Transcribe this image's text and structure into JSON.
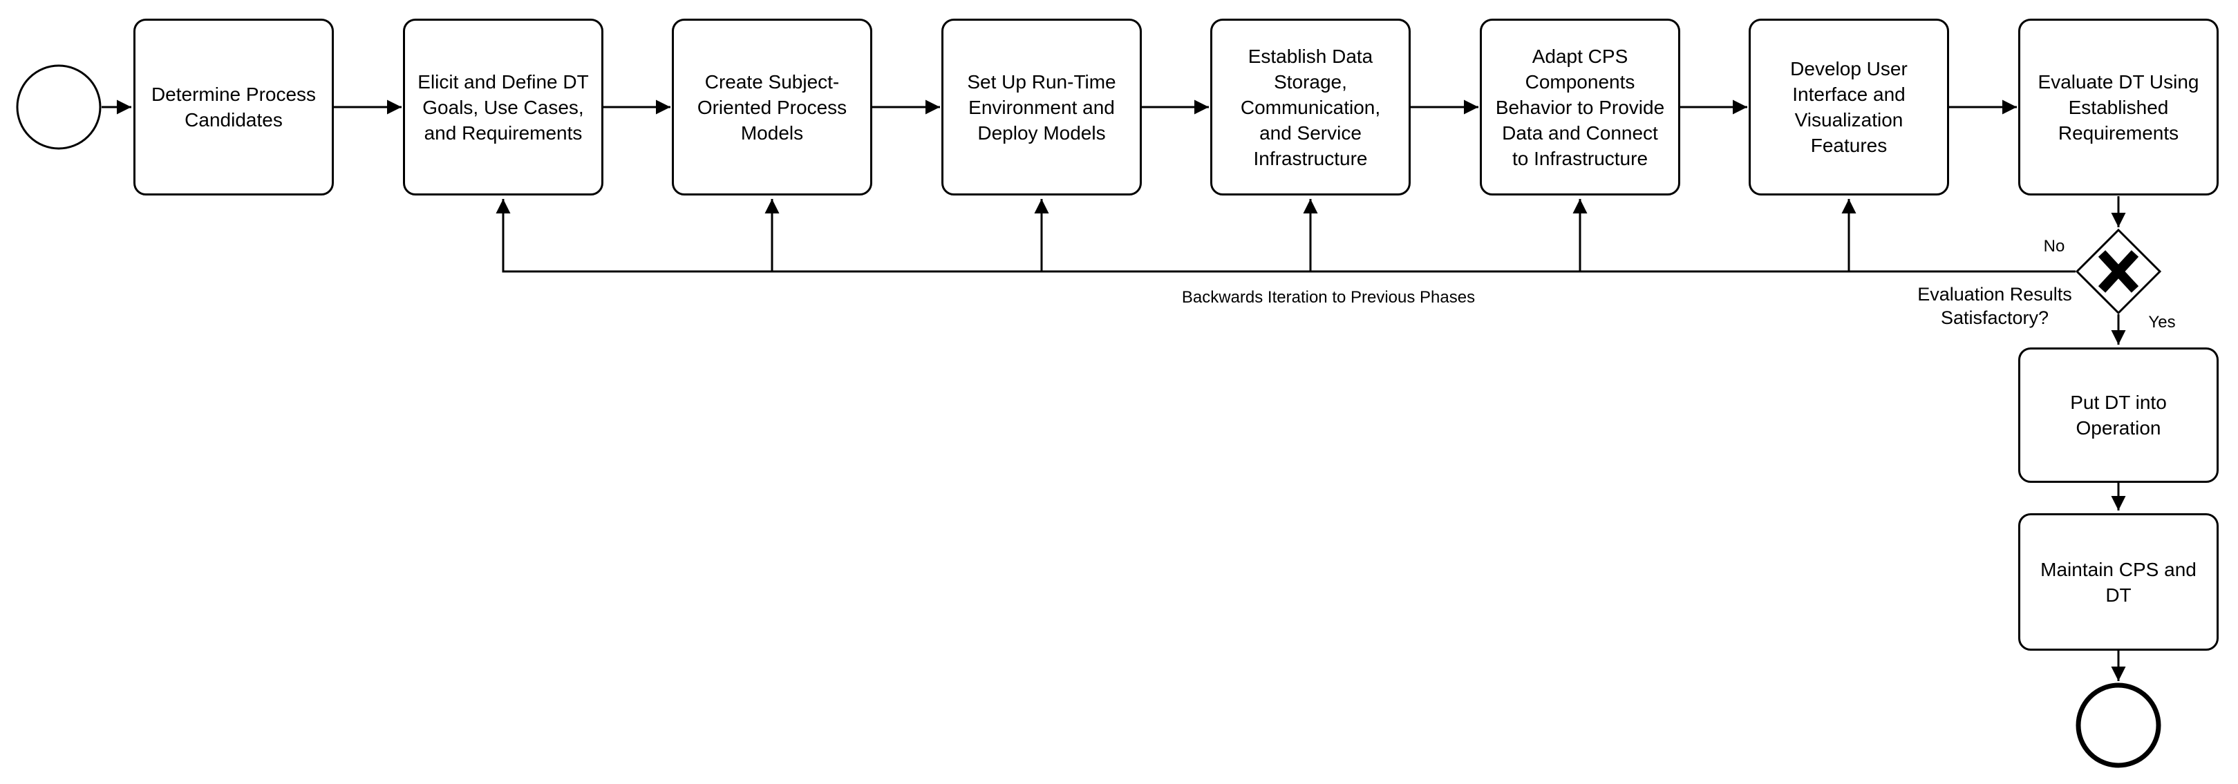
{
  "diagram": {
    "kind": "BPMN process flow",
    "background_color": "#ffffff",
    "line_color": "#000000",
    "shape_fill_color": "#ffffff",
    "text_color": "#000000"
  },
  "events": {
    "start_label": "",
    "end_label": ""
  },
  "phases": [
    {
      "label": "Determine Process Candidates",
      "lines": [
        "Determine Process",
        "Candidates"
      ]
    },
    {
      "label": "Elicit and Define DT Goals, Use Cases, and Requirements",
      "lines": [
        "Elicit and Define DT",
        "Goals, Use Cases,",
        "and Requirements"
      ]
    },
    {
      "label": "Create Subject-Oriented Process Models",
      "lines": [
        "Create Subject-",
        "Oriented Process",
        "Models"
      ]
    },
    {
      "label": "Set Up Run-Time Environment and Deploy Models",
      "lines": [
        "Set Up Run-Time",
        "Environment and",
        "Deploy Models"
      ]
    },
    {
      "label": "Establish Data Storage, Communication, and Service Infrastructure",
      "lines": [
        "Establish Data",
        "Storage,",
        "Communication,",
        "and Service",
        "Infrastructure"
      ]
    },
    {
      "label": "Adapt CPS Components Behavior to Provide Data and Connect to Infrastructure",
      "lines": [
        "Adapt CPS",
        "Components",
        "Behavior to Provide",
        "Data and Connect",
        "to Infrastructure"
      ]
    },
    {
      "label": "Develop User Interface and Visualization Features",
      "lines": [
        "Develop User",
        "Interface and",
        "Visualization",
        "Features"
      ]
    },
    {
      "label": "Evaluate DT Using Established Requirements",
      "lines": [
        "Evaluate DT Using",
        "Established",
        "Requirements"
      ]
    }
  ],
  "post_phases": [
    {
      "label": "Put DT into Operation",
      "lines": [
        "Put DT into",
        "Operation"
      ]
    },
    {
      "label": "Maintain CPS and DT",
      "lines": [
        "Maintain CPS and",
        "DT"
      ]
    }
  ],
  "gateway": {
    "type": "exclusive-x",
    "question": "Evaluation Results Satisfactory?",
    "question_lines": [
      "Evaluation Results",
      "Satisfactory?"
    ],
    "no_label": "No",
    "yes_label": "Yes"
  },
  "annotations": {
    "backwards_iteration": "Backwards Iteration to Previous Phases"
  }
}
